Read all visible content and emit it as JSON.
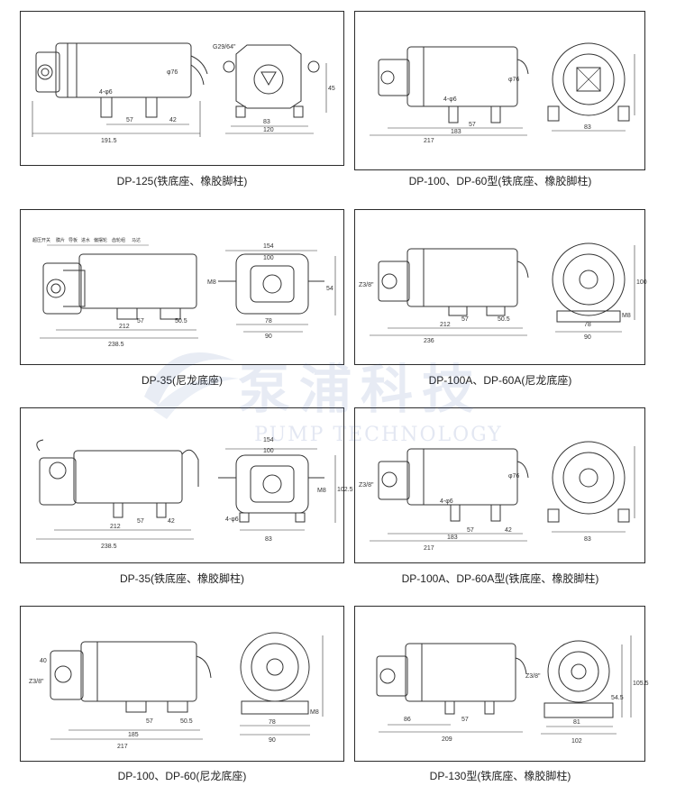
{
  "panels": [
    {
      "caption": "DP-125(铁底座、橡胶脚柱)",
      "dims": [
        "191.5",
        "57",
        "42",
        "4-φ6",
        "φ76",
        "G29/64\"",
        "83",
        "120",
        "45"
      ]
    },
    {
      "caption": "DP-100、DP-60型(铁底座、橡胶脚柱)",
      "dims": [
        "217",
        "57",
        "183",
        "4-φ6",
        "83",
        "φ76"
      ]
    },
    {
      "caption": "DP-35(尼龙底座)",
      "dims": [
        "238.5",
        "212",
        "57",
        "50.5",
        "154",
        "100",
        "78",
        "90",
        "M8",
        "54"
      ],
      "labels": [
        "超压开关",
        "膜片",
        "导板",
        "进水",
        "偏摆轮",
        "齿轮组",
        "马达"
      ]
    },
    {
      "caption": "DP-100A、DP-60A(尼龙底座)",
      "dims": [
        "236",
        "212",
        "57",
        "50.5",
        "78",
        "90",
        "Z3/8\"",
        "M8",
        "100"
      ]
    },
    {
      "caption": "DP-35(铁底座、橡胶脚柱)",
      "dims": [
        "238.5",
        "212",
        "57",
        "42",
        "154",
        "100",
        "83",
        "M8",
        "4-φ6",
        "102.5"
      ]
    },
    {
      "caption": "DP-100A、DP-60A型(铁底座、橡胶脚柱)",
      "dims": [
        "217",
        "183",
        "57",
        "42",
        "4-φ6",
        "Z3/8\"",
        "83",
        "φ76"
      ]
    },
    {
      "caption": "DP-100、DP-60(尼龙底座)",
      "dims": [
        "217",
        "185",
        "57",
        "50.5",
        "78",
        "90",
        "40",
        "Z3/8\"",
        "M8"
      ]
    },
    {
      "caption": "DP-130型(铁底座、橡胶脚柱)",
      "dims": [
        "209",
        "86",
        "57",
        "81",
        "102",
        "Z3/8\"",
        "54.5",
        "105.5"
      ]
    }
  ],
  "watermark": {
    "cn": "泵浦科技",
    "en": "PUMP TECHNOLOGY"
  },
  "colors": {
    "line": "#333333",
    "watermark": "#3f5fa8"
  }
}
